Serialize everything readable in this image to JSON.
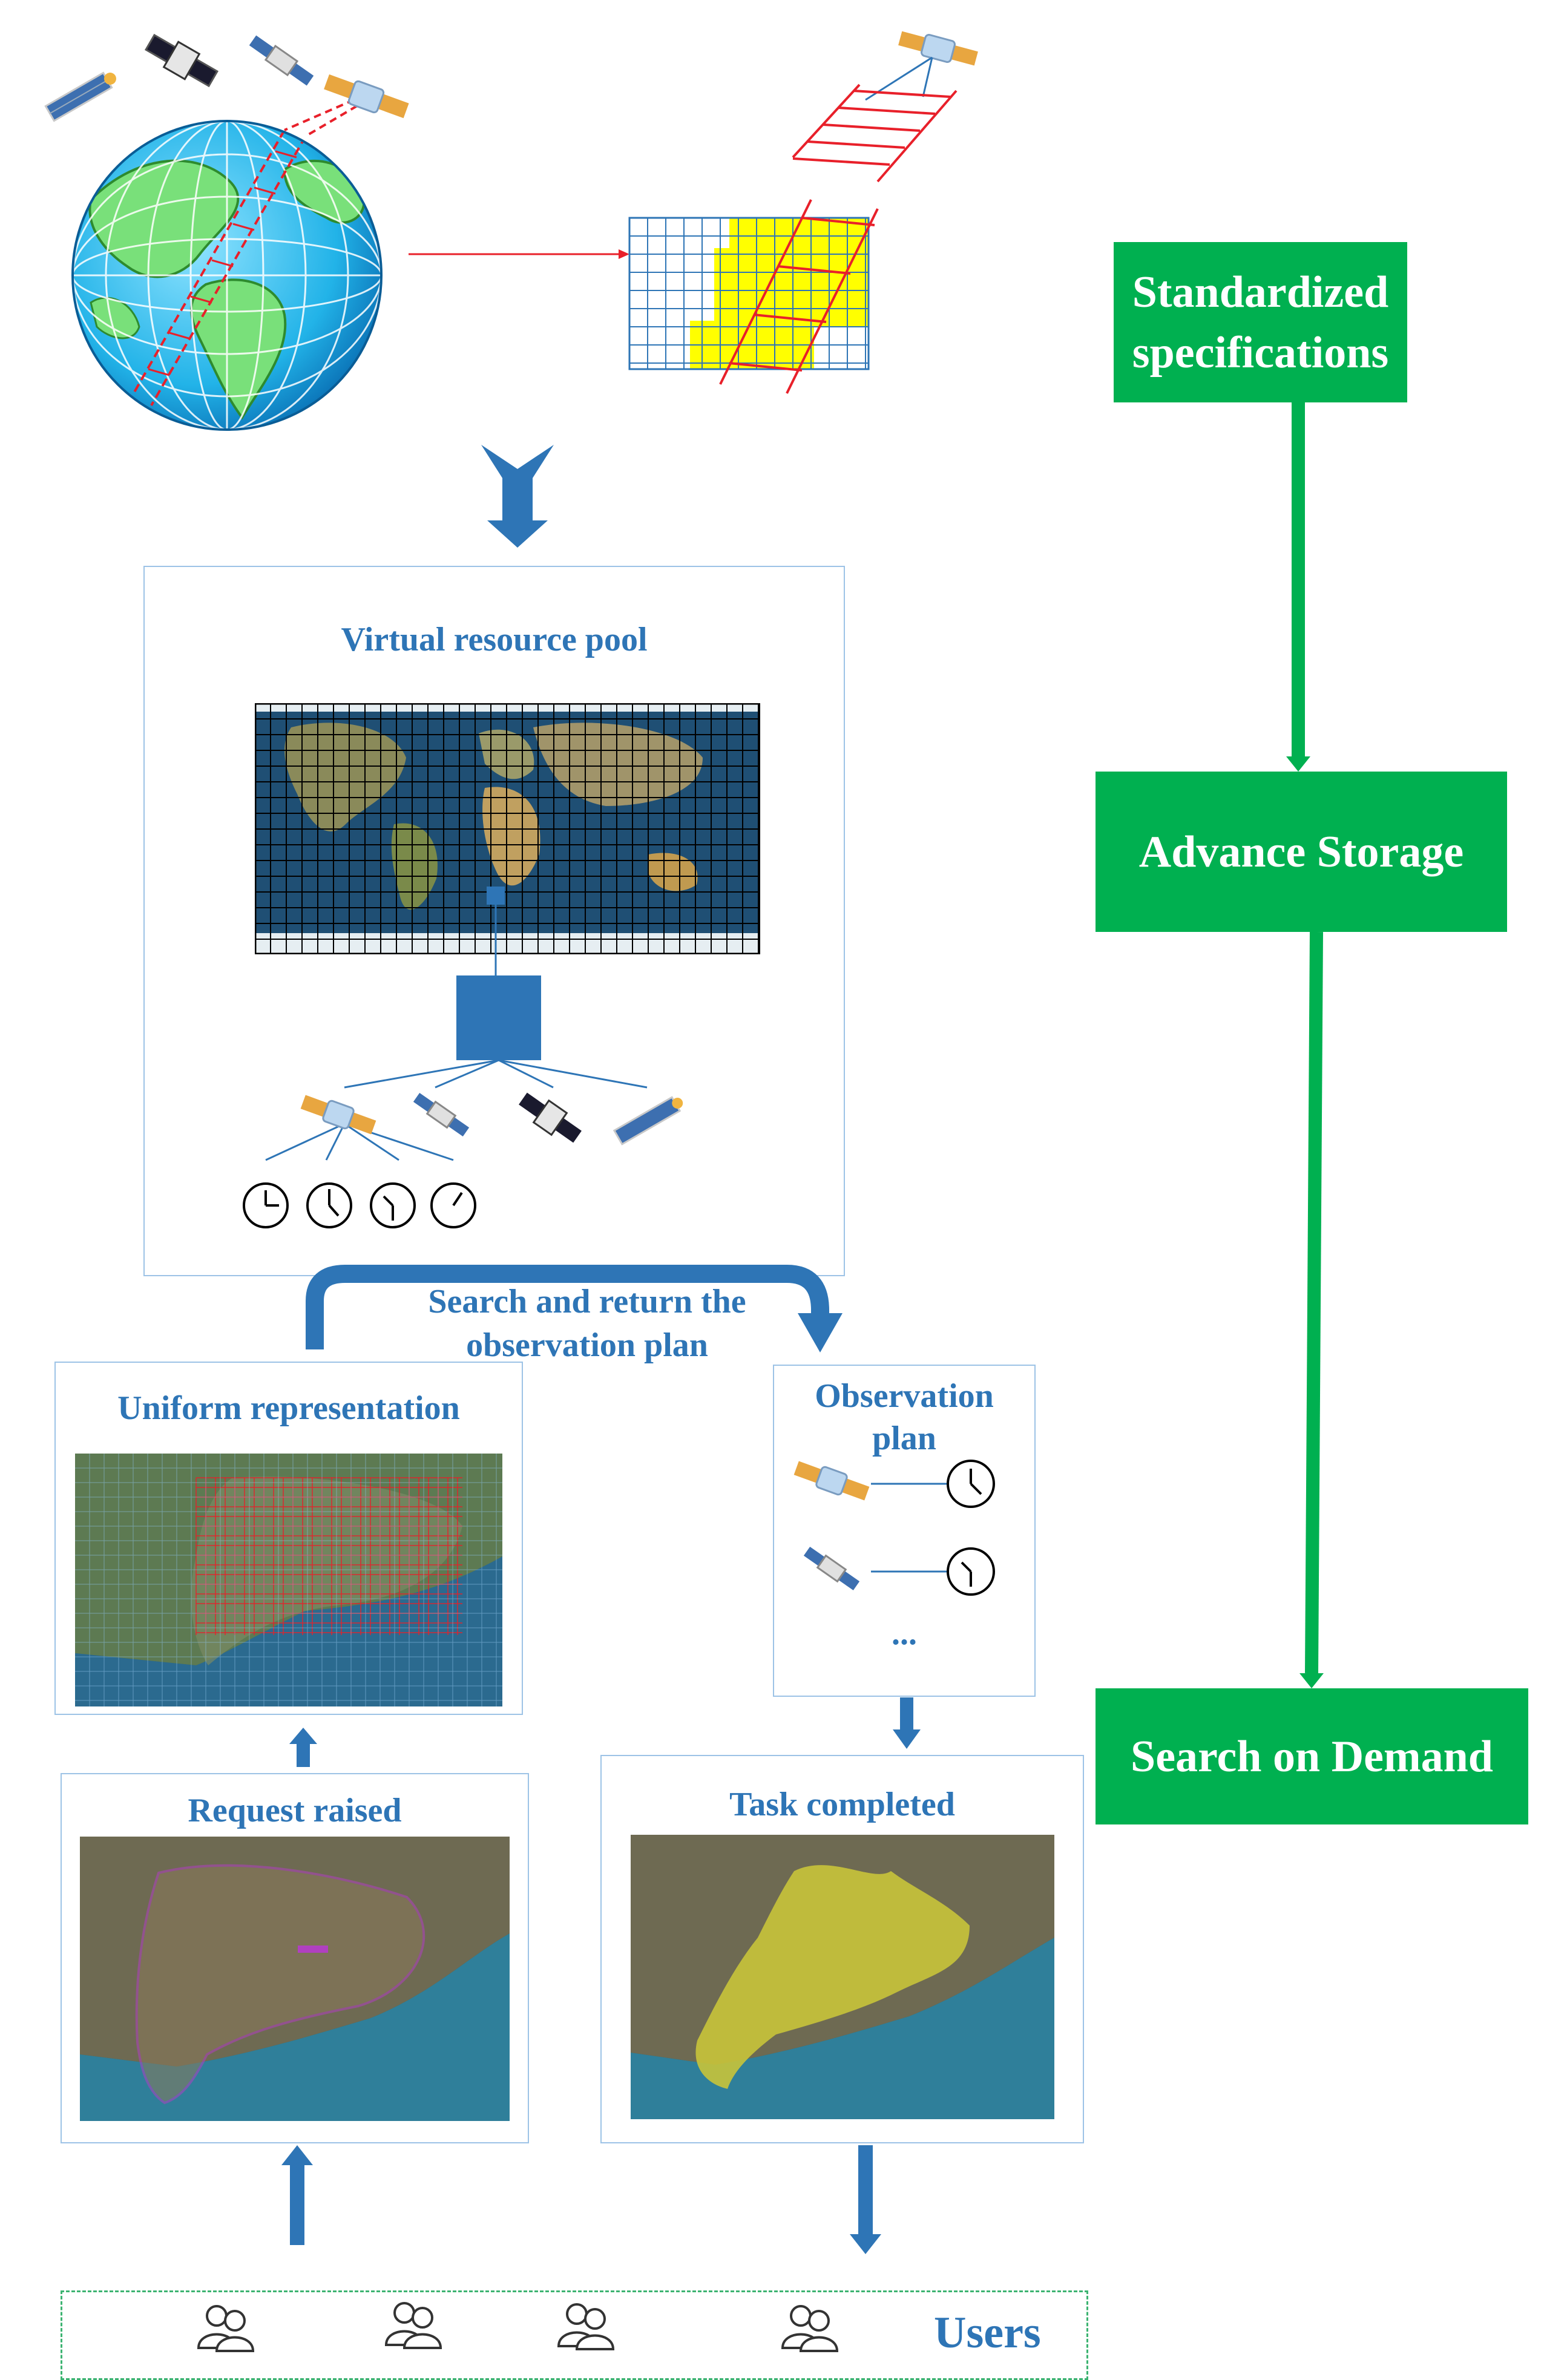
{
  "flow": {
    "standardized": "Standardized specifications",
    "storage": "Advance Storage",
    "search": "Search on Demand"
  },
  "pool": {
    "title": "Virtual resource pool"
  },
  "search_label": "Search and return the observation plan",
  "uniform": {
    "title": "Uniform representation"
  },
  "plan": {
    "title": "Observation plan",
    "more": "..."
  },
  "request": {
    "title": "Request raised"
  },
  "task": {
    "title": "Task completed"
  },
  "users": {
    "label": "Users"
  },
  "colors": {
    "accent_blue": "#2e75b6",
    "panel_border": "#9dc3e6",
    "flow_green": "#00b050",
    "users_border": "#3cb371",
    "grid_red": "#e8202a",
    "grid_blue": "#2e75b6",
    "fill_yellow": "#ffff00"
  }
}
